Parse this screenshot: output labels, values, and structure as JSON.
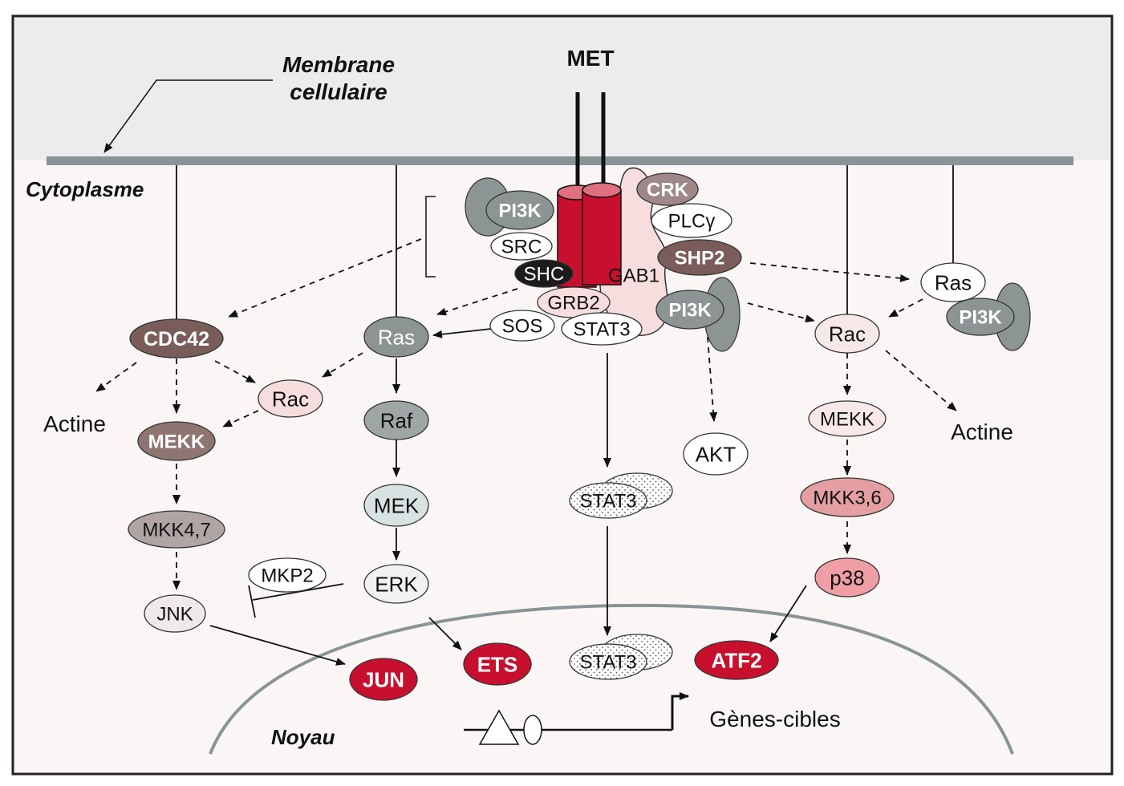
{
  "labels": {
    "membrane_line1": "Membrane",
    "membrane_line2": "cellulaire",
    "cytoplasm": "Cytoplasme",
    "nucleus": "Noyau",
    "receptor": "MET",
    "actin_left": "Actine",
    "actin_right": "Actine",
    "target_genes": "Gènes-cibles"
  },
  "nodes": {
    "pi3k_top": "PI3K",
    "src": "SRC",
    "shc": "SHC",
    "grb2": "GRB2",
    "sos": "SOS",
    "stat3_dock": "STAT3",
    "crk": "CRK",
    "plcg": "PLCγ",
    "shp2": "SHP2",
    "gab1": "GAB1",
    "pi3k_gab": "PI3K",
    "ras_right": "Ras",
    "pi3k_right": "PI3K",
    "cdc42": "CDC42",
    "rac_left": "Rac",
    "mekk_left": "MEKK",
    "mkk47": "MKK4,7",
    "jnk": "JNK",
    "mkp2": "MKP2",
    "ras_mid": "Ras",
    "raf": "Raf",
    "mek": "MEK",
    "erk": "ERK",
    "stat3_dimer_cyto": "STAT3",
    "stat3_dimer_nuc": "STAT3",
    "akt": "AKT",
    "rac_right": "Rac",
    "mekk_right": "MEKK",
    "mkk36": "MKK3,6",
    "p38": "p38",
    "jun": "JUN",
    "ets": "ETS",
    "atf2": "ATF2"
  },
  "colors": {
    "receptor_red": "#c8102e",
    "nuclear_factor_red": "#c8102e",
    "dark_mauve": "#7a5c5a",
    "grey_protein": "#8c9494",
    "membrane_grey": "#8a9496",
    "extracellular_bg": "#eeeeee",
    "gab1_pink": "#f6dede"
  }
}
